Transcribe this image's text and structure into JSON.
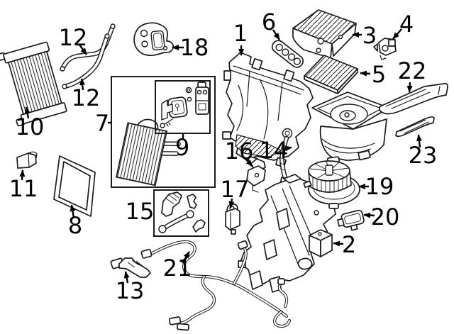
{
  "diagram": {
    "colors": {
      "background": "#ffffff",
      "line": "#1a1a1a",
      "label": "#000000"
    },
    "labels": {
      "part1": "1",
      "part2": "2",
      "part3": "3",
      "part4": "4",
      "part5": "5",
      "part6": "6",
      "part7": "7",
      "part8": "8",
      "part9": "9",
      "part10": "10",
      "part11": "11",
      "part12a": "12",
      "part12b": "12",
      "part13": "13",
      "part14": "14",
      "part15": "15",
      "part16": "16",
      "part17": "17",
      "part18": "18",
      "part19": "19",
      "part20": "20",
      "part21": "21",
      "part22": "22",
      "part23": "23"
    }
  }
}
